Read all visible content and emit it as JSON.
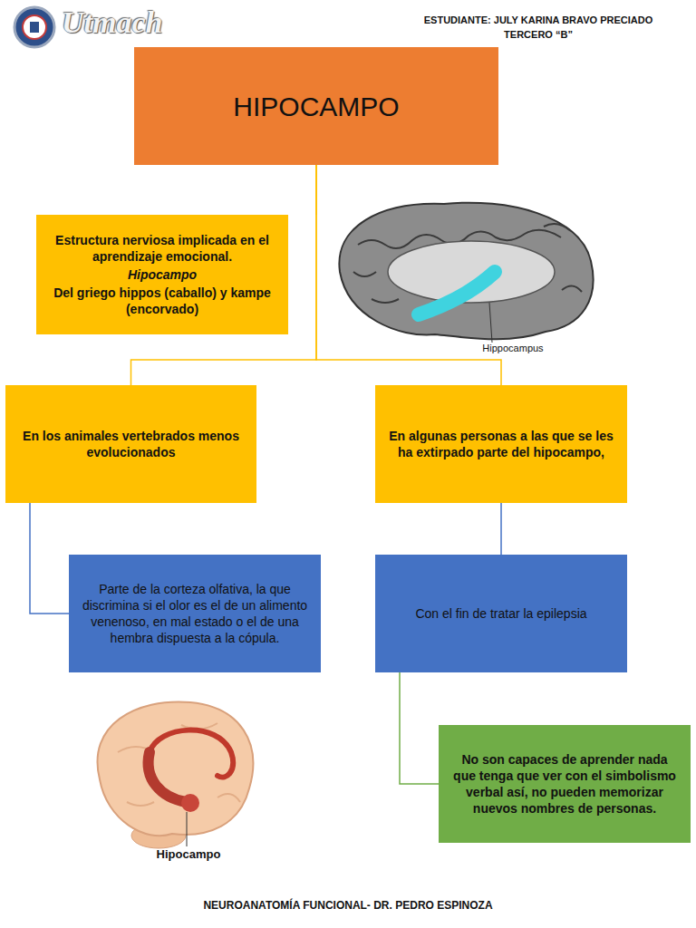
{
  "diagram": {
    "nodes": [
      {
        "text": [
          "HIPOCAMPO"
        ]
      },
      {
        "text": [
          "Estructura nerviosa implicada en el aprendizaje emocional.",
          "Hipocampo",
          "Del griego hippos (caballo) y kampe (encorvado)"
        ]
      },
      {
        "text": [
          "En los animales vertebrados menos evolucionados"
        ]
      },
      {
        "text": [
          "En algunas personas a las que se les ha extirpado parte del hipocampo,"
        ]
      },
      {
        "text": [
          "Parte de la corteza olfativa, la que discrimina si el olor es el de un alimento venenoso, en mal estado o el de una hembra dispuesta a la cópula."
        ]
      },
      {
        "text": [
          "Con el fin de tratar la epilepsia"
        ]
      },
      {
        "text": [
          "No son capaces de aprender nada que tenga que ver con el simbolismo verbal así, no pueden memorizar nuevos nombres de personas."
        ]
      }
    ],
    "edges": [
      {
        "from": 0,
        "to": 1,
        "arrow": "none"
      },
      {
        "from": 0,
        "to": 2,
        "arrow": "none"
      },
      {
        "from": 0,
        "to": 3,
        "arrow": "none"
      },
      {
        "from": 2,
        "to": 4,
        "arrow": "none"
      },
      {
        "from": 3,
        "to": 5,
        "arrow": "none"
      },
      {
        "from": 5,
        "to": 6,
        "arrow": "none"
      }
    ],
    "labels": [
      "Utmach",
      "ESTUDIANTE: JULY KARINA BRAVO PRECIADO",
      "TERCERO “B”",
      "Hippocampus",
      "Hipocampo",
      "NEUROANATOMÍA FUNCIONAL- DR. PEDRO ESPINOZA"
    ]
  }
}
